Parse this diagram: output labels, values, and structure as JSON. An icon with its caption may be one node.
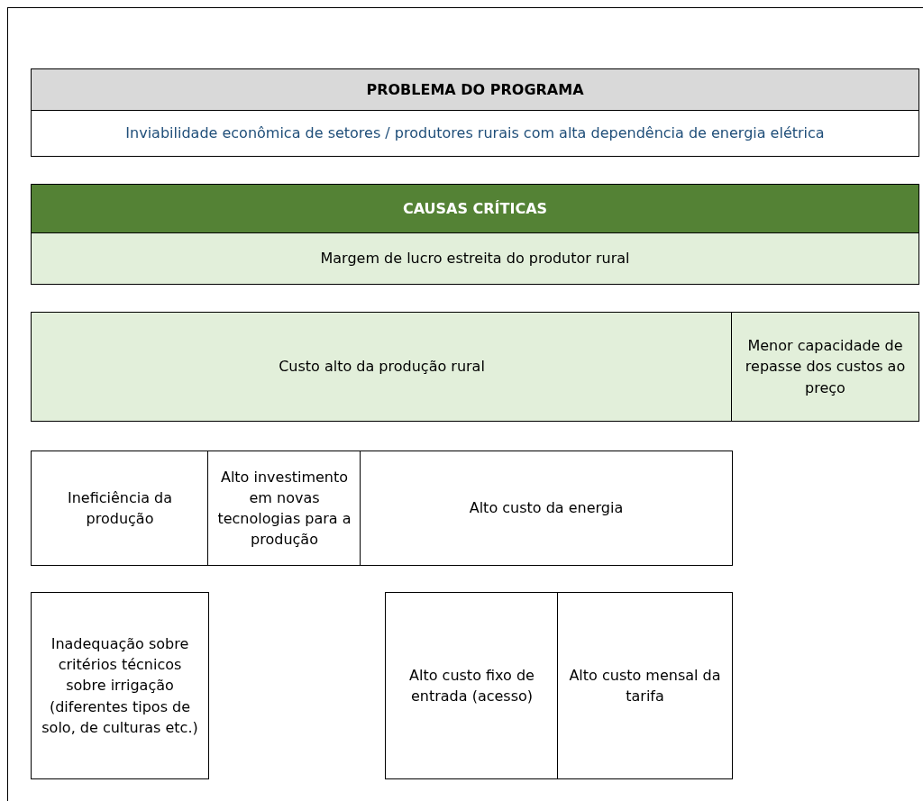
{
  "diagram": {
    "nodes": [
      {
        "text": [
          "PROBLEMA DO PROGRAMA",
          "Inviabilidade econômica de setores / produtores rurais com alta dependência de energia elétrica"
        ]
      },
      {
        "text": [
          "CAUSAS CRÍTICAS",
          "Margem de lucro estreita do produtor rural"
        ]
      },
      {
        "text": [
          "Custo alto da produção rural"
        ]
      },
      {
        "text": [
          "Menor capacidade de repasse dos custos ao preço"
        ]
      },
      {
        "text": [
          "Ineficiência da produção"
        ]
      },
      {
        "text": [
          "Alto investimento em novas tecnologias para a produção"
        ]
      },
      {
        "text": [
          "Alto custo da energia"
        ]
      },
      {
        "text": [
          "Inadequação sobre critérios técnicos sobre irrigação (diferentes tipos de solo, de culturas etc.)"
        ]
      },
      {
        "text": [
          "Alto custo fixo de entrada (acesso)"
        ]
      },
      {
        "text": [
          "Alto custo mensal da tarifa"
        ]
      }
    ]
  }
}
